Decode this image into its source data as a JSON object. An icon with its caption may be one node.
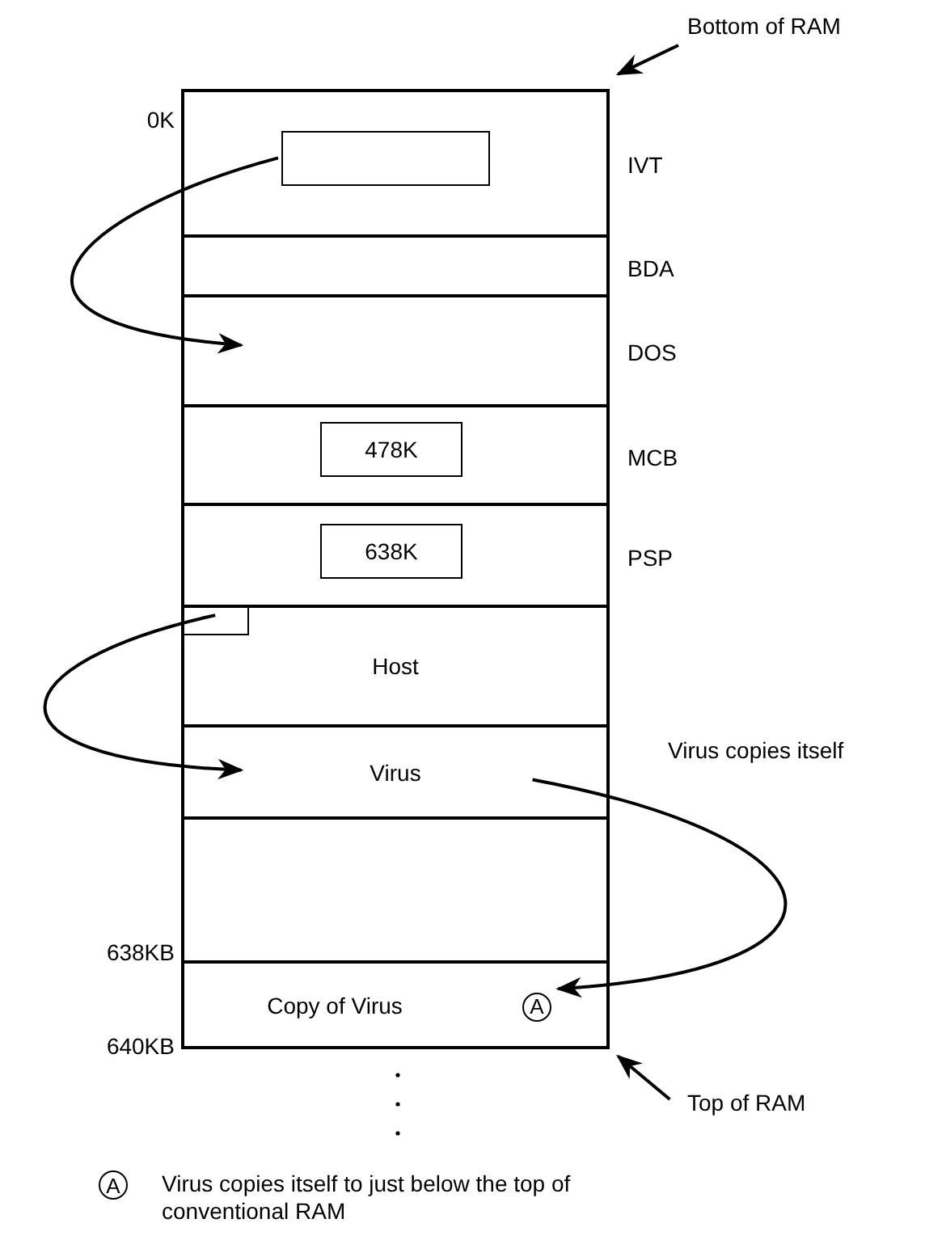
{
  "diagram": {
    "nodes": [
      {
        "text": [
          "IVT"
        ]
      },
      {
        "text": [],
        "shape": "box",
        "in": 0
      },
      {
        "text": [
          "BDA"
        ]
      },
      {
        "text": [
          "DOS"
        ]
      },
      {
        "text": [
          "MCB"
        ]
      },
      {
        "text": [
          "478K"
        ],
        "in": 4
      },
      {
        "text": [
          "PSP"
        ]
      },
      {
        "text": [
          "638K"
        ],
        "in": 6
      },
      {
        "text": [
          "Host"
        ]
      },
      {
        "text": [],
        "shape": "box",
        "in": 8
      },
      {
        "text": [
          "Virus"
        ]
      },
      {
        "text": [],
        "shape": "box"
      },
      {
        "text": [
          "Copy of Virus",
          "A"
        ]
      },
      {
        "text": [
          "Bottom of RAM"
        ]
      },
      {
        "text": [
          "Top of RAM"
        ]
      }
    ],
    "edges": [
      {
        "from": 1,
        "to": 3,
        "arrow": "to"
      },
      {
        "from": 9,
        "to": 10,
        "arrow": "to"
      },
      {
        "from": 10,
        "to": 12,
        "arrow": "to",
        "label": "Virus copies itself"
      },
      {
        "from": 13,
        "to": 0,
        "arrow": "to"
      },
      {
        "from": 14,
        "to": 12,
        "arrow": "to"
      }
    ],
    "labels": [
      "0K",
      "638KB",
      "640KB",
      "A",
      "Virus copies itself to just below the top of conventional RAM"
    ]
  }
}
